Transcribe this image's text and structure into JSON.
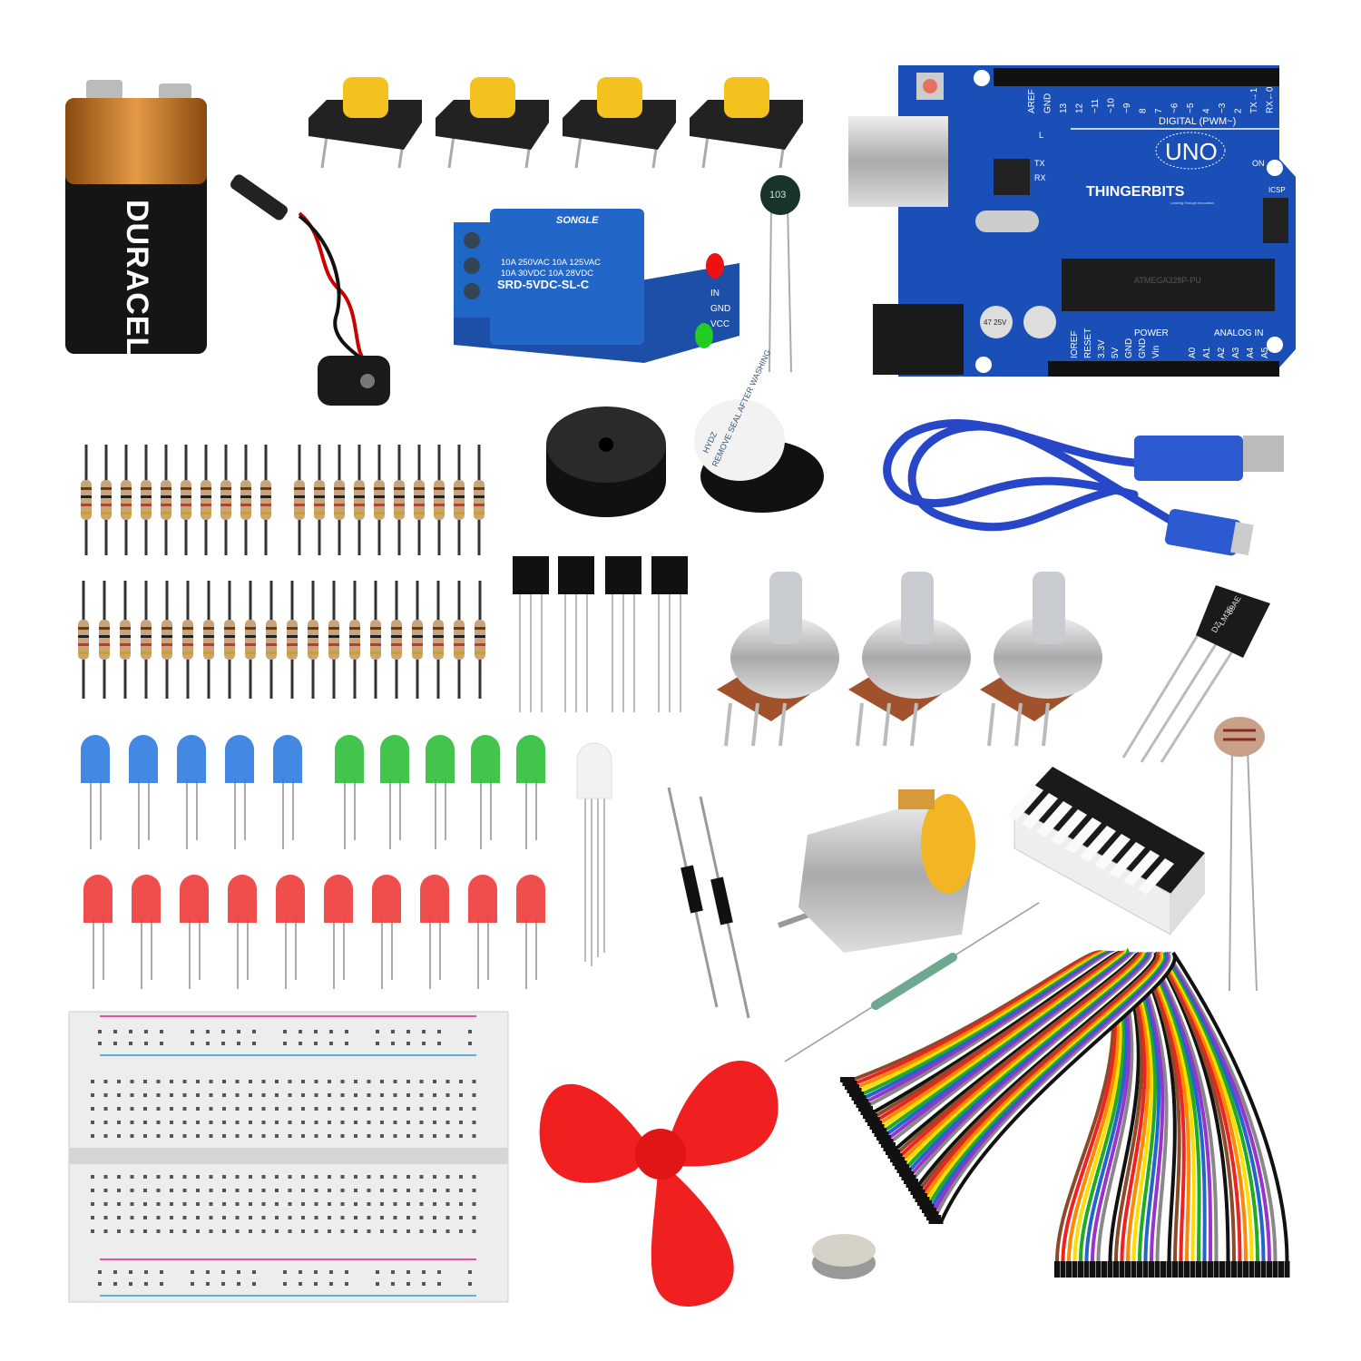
{
  "battery": {
    "brand": "DURACELL",
    "colors": {
      "top": "#c8782a",
      "body": "#151515"
    }
  },
  "relay": {
    "brand": "SONGLE",
    "rating1": "10A 250VAC  10A 125VAC",
    "rating2": "10A 30VDC  10A 28VDC",
    "model": "SRD-5VDC-SL-C",
    "pins": [
      "IN",
      "GND",
      "VCC"
    ],
    "color": "#1f5fbf"
  },
  "thermistor": {
    "label": "103"
  },
  "arduino": {
    "model": "UNO",
    "brand": "THINGERBITS",
    "tagline": "Leading through innovation",
    "digital_label": "DIGITAL (PWM~)",
    "digital_pins": [
      "AREF",
      "GND",
      "13",
      "12",
      "~11",
      "~10",
      "~9",
      "8",
      "7",
      "~6",
      "~5",
      "4",
      "~3",
      "2",
      "TX→1",
      "RX←0"
    ],
    "power_label": "POWER",
    "power_pins": [
      "IOREF",
      "RESET",
      "3.3V",
      "5V",
      "GND",
      "GND",
      "Vin"
    ],
    "analog_label": "ANALOG IN",
    "analog_pins": [
      "A0",
      "A1",
      "A2",
      "A3",
      "A4",
      "A5"
    ],
    "leds": [
      "TX",
      "RX",
      "L",
      "ON"
    ],
    "icsp": "ICSP",
    "chip": "ATMEGA328P-PU",
    "capacitor": "47 25V",
    "color": "#1b4fb8"
  },
  "buzzer": {
    "sticker": "REMOVE SEAL AFTER WASHING",
    "brand": "HYDZ"
  },
  "lm35": {
    "line1": "89AE",
    "line2": "LM35",
    "line3": "DZ"
  },
  "leds": {
    "blue": "#2f7be0",
    "green": "#2fbf3a",
    "red": "#ee3a3a"
  },
  "propeller": {
    "color": "#f02020"
  },
  "jumper_colors": [
    "#8a4b2a",
    "#e22",
    "#f80",
    "#fd0",
    "#2a2",
    "#26c",
    "#93c",
    "#888",
    "#fff",
    "#111"
  ]
}
